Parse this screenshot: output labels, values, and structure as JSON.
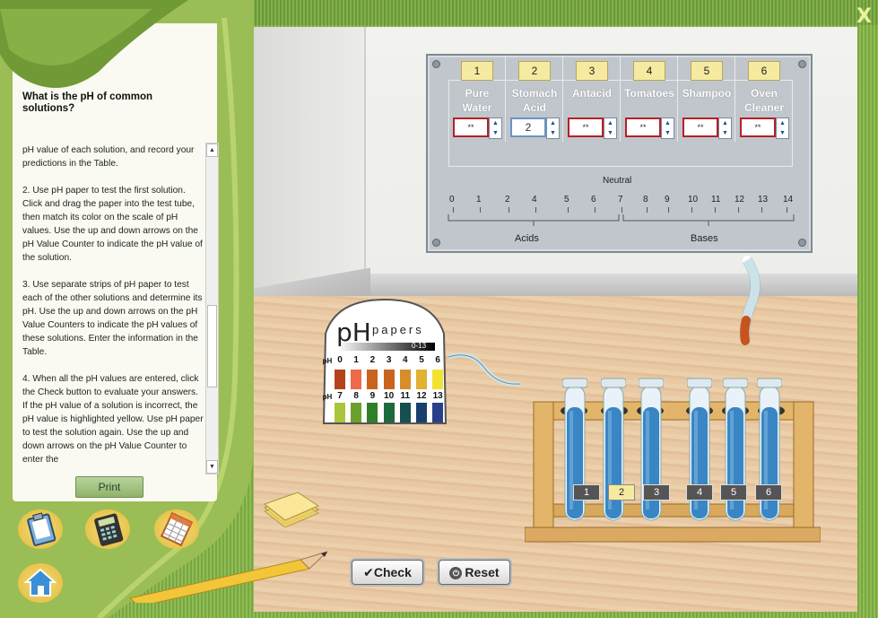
{
  "window": {
    "close_label": "X"
  },
  "sidebar": {
    "title": "What is the pH of common solutions?",
    "instructions": [
      "pH value of each solution, and record your predictions in the Table.",
      "2. Use pH paper to test the first solution. Click and drag the paper into the test tube, then match its color on the scale of pH values. Use the up and down arrows on the pH Value Counter to indicate the pH value of the solution.",
      "3. Use separate strips of pH paper to test each of the other solutions and determine its pH. Use the up and down arrows on the pH Value Counters to indicate the pH values of these solutions. Enter the information in the Table.",
      "4. When all the pH values are entered, click the Check button to evaluate your answers. If the pH value of a solution is incorrect, the pH value is highlighted yellow. Use pH paper to test the solution again. Use the up and down arrows on the pH Value Counter to enter the"
    ],
    "print_label": "Print"
  },
  "tools": [
    "clipboard-icon",
    "calculator-icon",
    "table-icon",
    "home-icon"
  ],
  "board": {
    "solutions": [
      {
        "num": "1",
        "name_line1": "Pure",
        "name_line2": "Water",
        "value": "**"
      },
      {
        "num": "2",
        "name_line1": "Stomach",
        "name_line2": "Acid",
        "value": "2"
      },
      {
        "num": "3",
        "name_line1": "Antacid",
        "name_line2": "",
        "value": "**"
      },
      {
        "num": "4",
        "name_line1": "Tomatoes",
        "name_line2": "",
        "value": "**"
      },
      {
        "num": "5",
        "name_line1": "Shampoo",
        "name_line2": "",
        "value": "**"
      },
      {
        "num": "6",
        "name_line1": "Oven",
        "name_line2": "Cleaner",
        "value": "**"
      }
    ],
    "neutral_label": "Neutral",
    "scale_numbers": [
      "0",
      "1",
      "2",
      "4",
      "5",
      "6",
      "7",
      "8",
      "9",
      "10",
      "11",
      "12",
      "13",
      "14"
    ],
    "acids_label": "Acids",
    "bases_label": "Bases"
  },
  "ph_papers": {
    "brand_ph": "pH",
    "brand_papers": "papers",
    "range": "0-13",
    "row1_label": "pH",
    "row1": [
      {
        "n": "0",
        "color": "#b5421a"
      },
      {
        "n": "1",
        "color": "#ef6a4a"
      },
      {
        "n": "2",
        "color": "#c9641f"
      },
      {
        "n": "3",
        "color": "#c9641f"
      },
      {
        "n": "4",
        "color": "#d78d2a"
      },
      {
        "n": "5",
        "color": "#e1b133"
      },
      {
        "n": "6",
        "color": "#f2e234"
      }
    ],
    "row2_label": "pH",
    "row2": [
      {
        "n": "7",
        "color": "#a9c63a"
      },
      {
        "n": "8",
        "color": "#6aa12d"
      },
      {
        "n": "9",
        "color": "#2f7f2a"
      },
      {
        "n": "10",
        "color": "#1d6a3c"
      },
      {
        "n": "11",
        "color": "#154f4f"
      },
      {
        "n": "12",
        "color": "#1a3f6d"
      },
      {
        "n": "13",
        "color": "#2a3f8a"
      }
    ]
  },
  "tubes": {
    "labels": [
      "1",
      "2",
      "3",
      "4",
      "5",
      "6"
    ],
    "active": "2"
  },
  "actions": {
    "check_label": "Check",
    "reset_label": "Reset"
  },
  "colors": {
    "frame_green": "#8fbd55",
    "label_yellow": "#f6eaa0",
    "liquid_blue": "#3a86c4"
  }
}
